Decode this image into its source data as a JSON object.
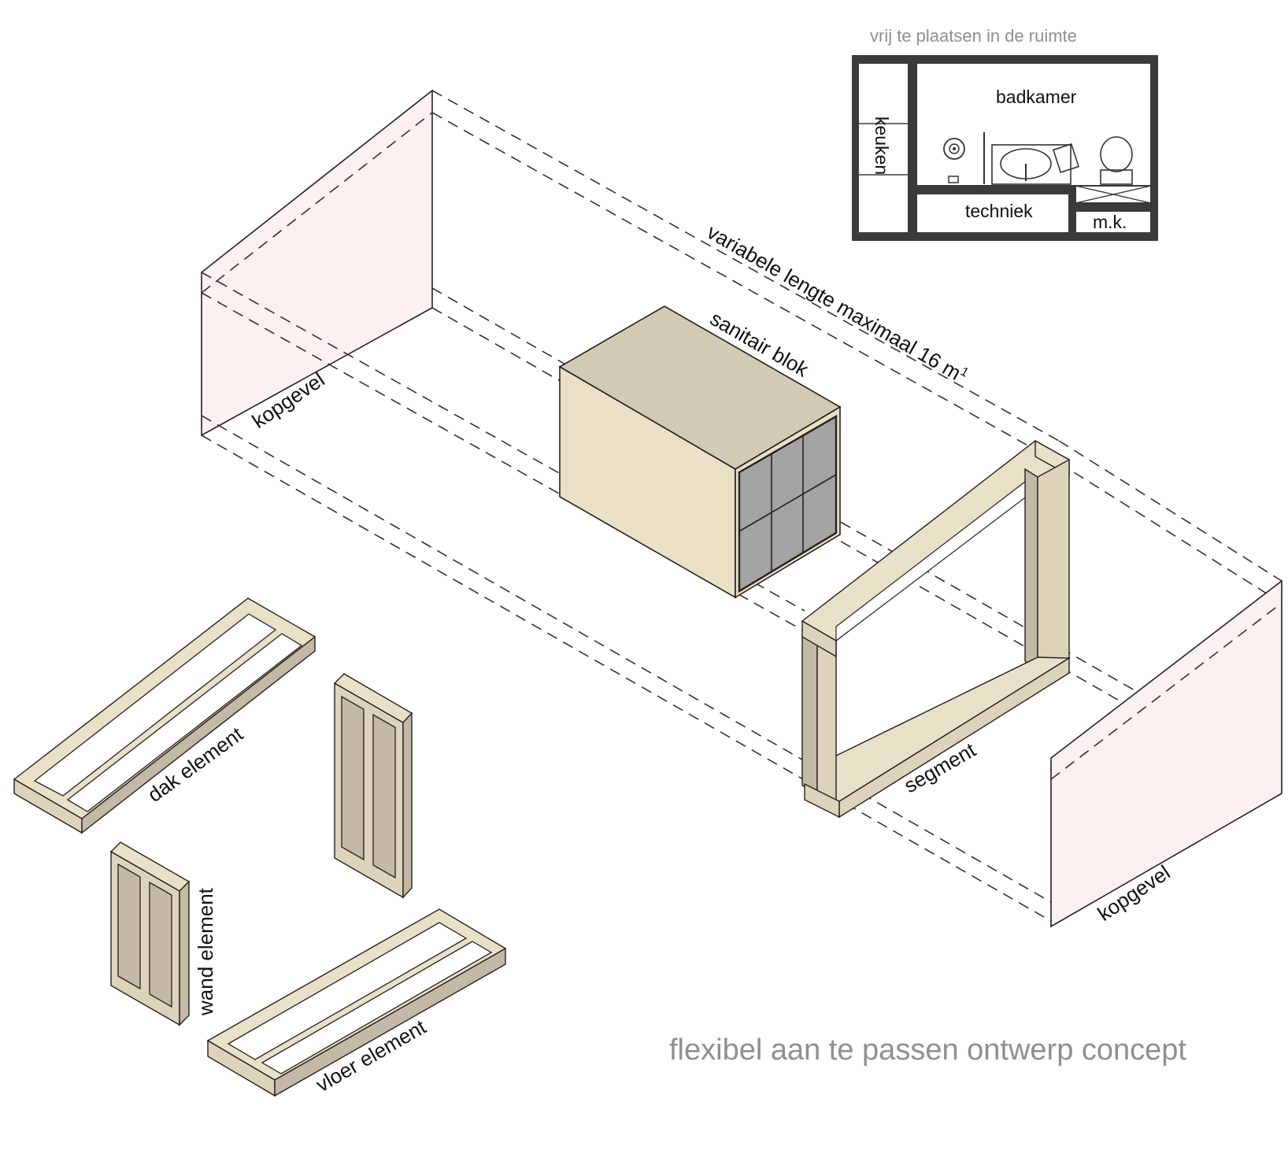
{
  "labels": {
    "inset_caption": "vrij te plaatsen in de ruimte",
    "bathroom": "badkamer",
    "kitchen": "keuken",
    "technical": "techniek",
    "mk": "m.k.",
    "length": "variabele lengte maximaal 16 m",
    "length_sup": "1",
    "sanitary_block": "sanitair blok",
    "gable_left": "kopgevel",
    "gable_right": "kopgevel",
    "segment": "segment",
    "roof_element": "dak element",
    "wall_element": "wand element",
    "floor_element": "vloer element",
    "concept": "flexibel aan te passen ontwerp concept"
  },
  "colors": {
    "wall_dark": "#3a3a3a",
    "gable_pink": "#fdf0f0",
    "block_top": "#d2cab3",
    "block_front": "#eae0c5",
    "block_side": "#eadfc4",
    "door_grey": "#a3a3a3",
    "caption_grey": "#8f8f8f"
  }
}
